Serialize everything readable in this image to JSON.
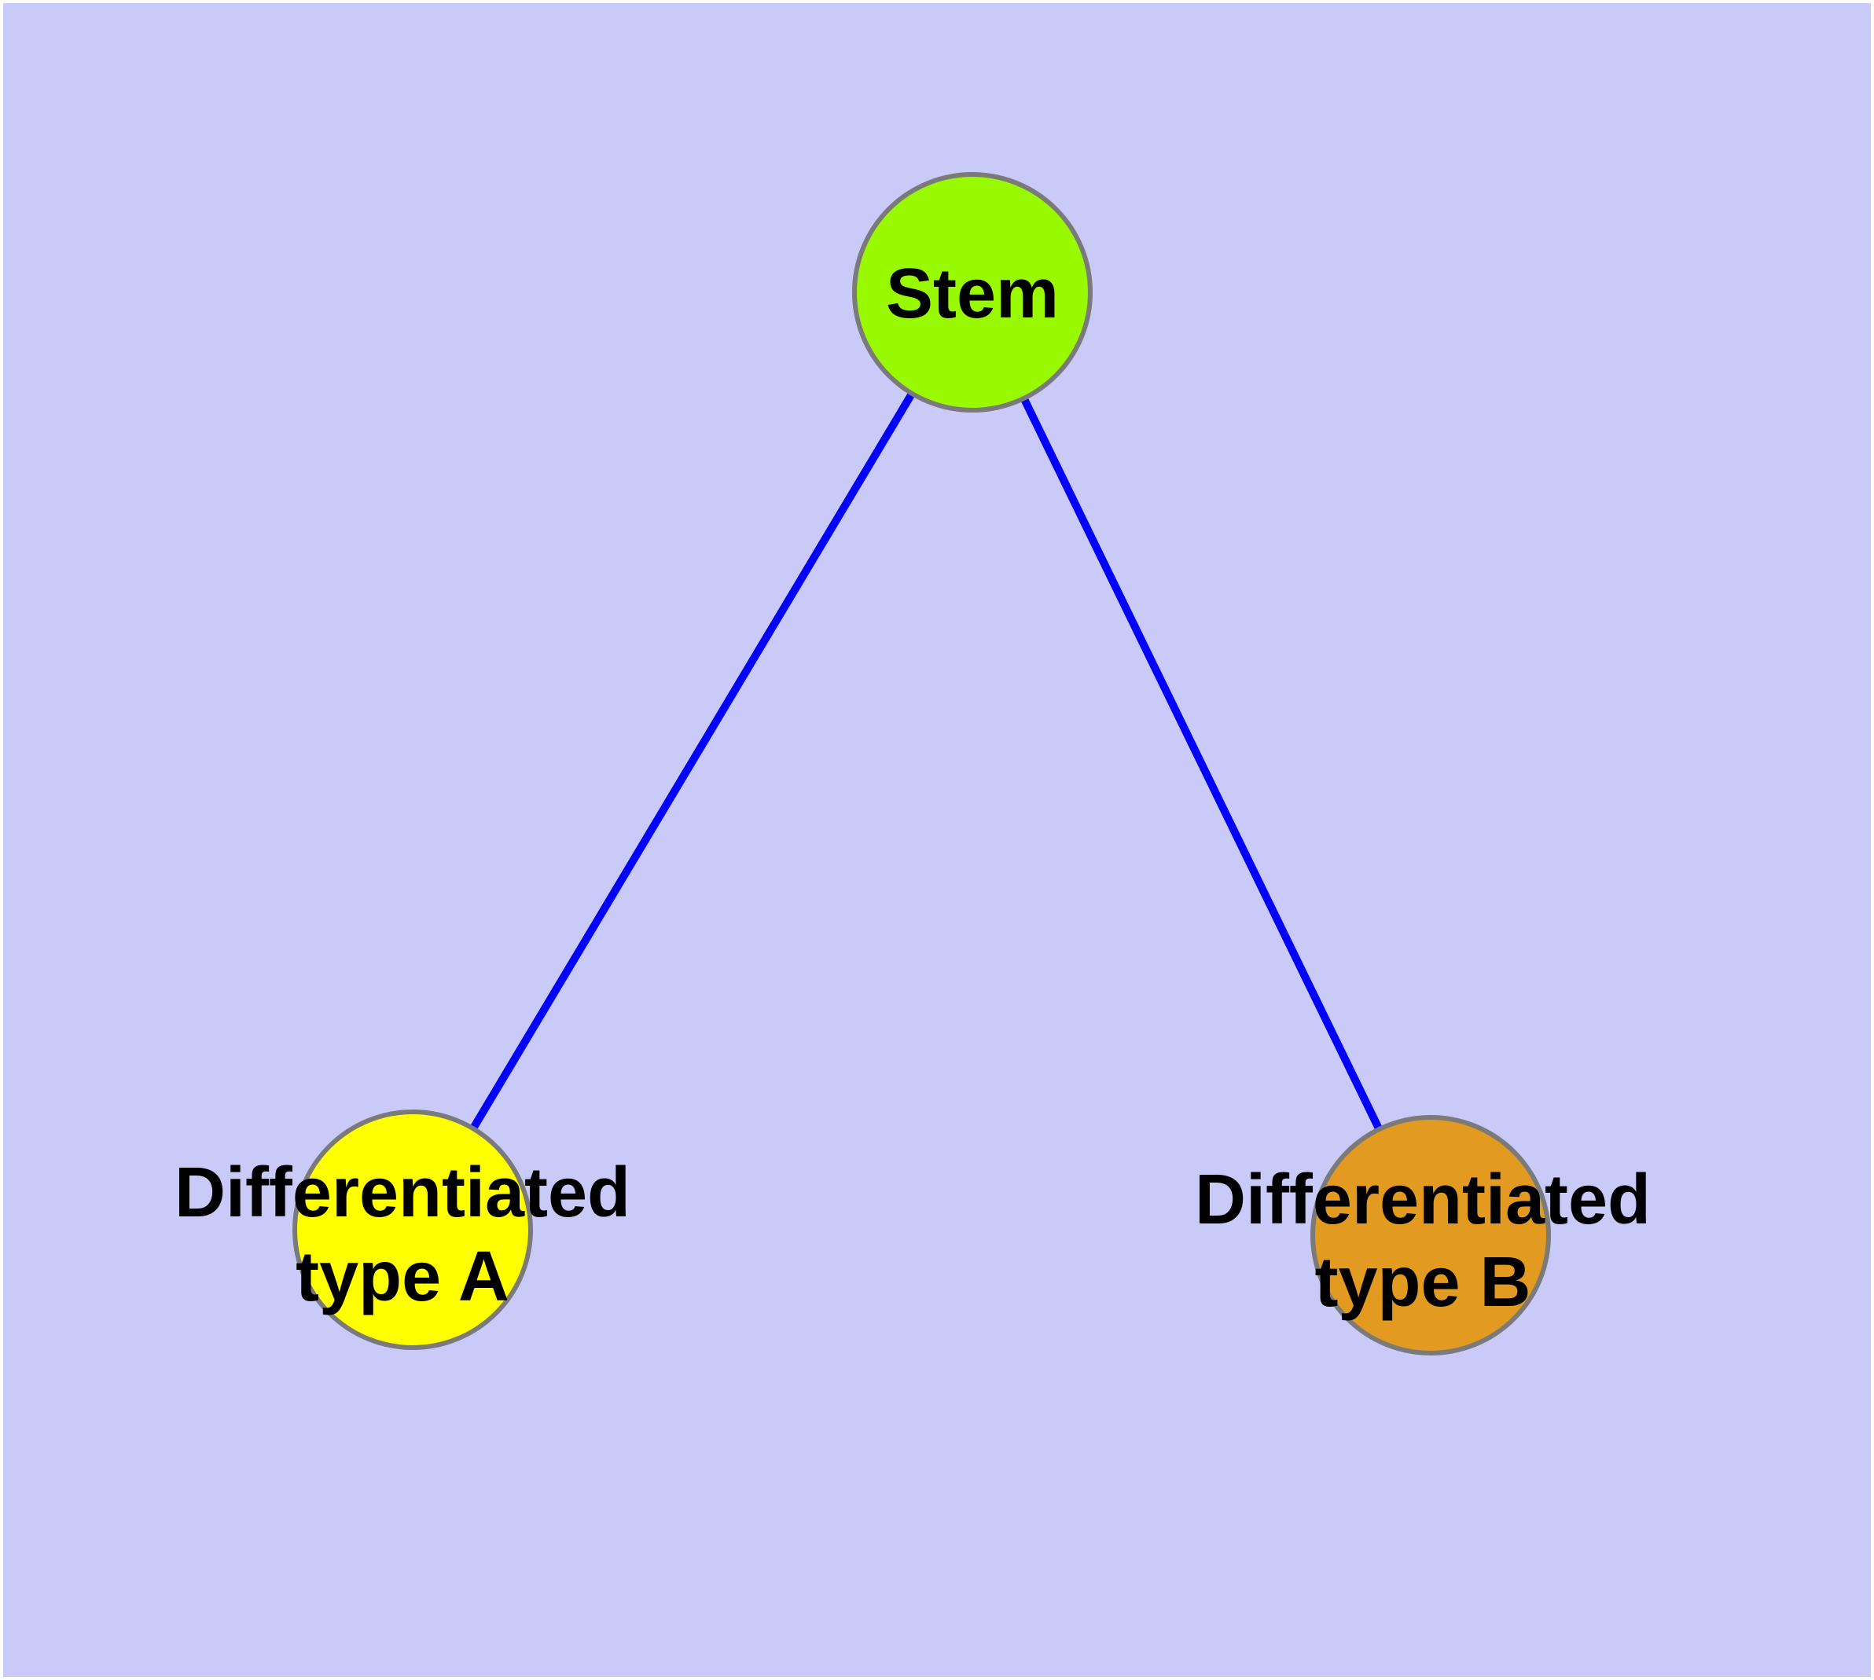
{
  "diagram": {
    "type": "graph",
    "background_color": "#CACAF8",
    "page_color": "#FFFFFF",
    "edge_color": "#0202FC",
    "node_border_color": "#7A7A7A",
    "text_color": "#000000",
    "nodes": {
      "stem": {
        "label": "Stem",
        "color": "#99F900"
      },
      "type_a": {
        "line1": "Differentiated",
        "line2": "type A",
        "full_label": "Differentiated type A",
        "color": "#FFFF00"
      },
      "type_b": {
        "line1": "Differentiated",
        "line2": "type B",
        "full_label": "Differentiated type B",
        "color": "#E29A20"
      }
    },
    "edges": [
      {
        "from": "Stem",
        "to": "Differentiated type A"
      },
      {
        "from": "Stem",
        "to": "Differentiated type B"
      }
    ]
  }
}
